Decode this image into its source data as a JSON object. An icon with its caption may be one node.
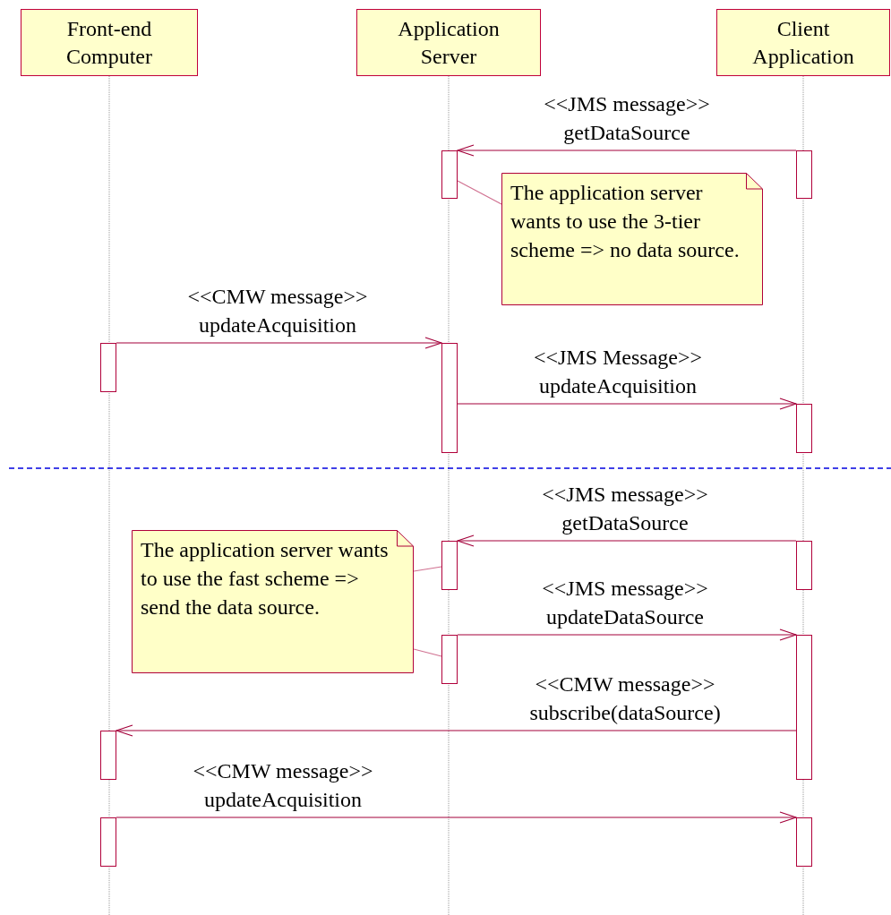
{
  "diagram": {
    "nodes": [
      {
        "text": [
          "Front-end Computer"
        ]
      },
      {
        "text": [
          "Application Server"
        ]
      },
      {
        "text": [
          "Client Application"
        ]
      },
      {
        "text": [],
        "shape": "bar"
      },
      {
        "text": [],
        "shape": "bar"
      },
      {
        "text": [
          "The application server wants to use the 3-tier scheme => no data source."
        ]
      },
      {
        "text": [],
        "shape": "bar"
      },
      {
        "text": [],
        "shape": "bar"
      },
      {
        "text": [],
        "shape": "bar"
      },
      {
        "text": [],
        "shape": "bar"
      },
      {
        "text": [],
        "shape": "bar"
      },
      {
        "text": [
          "The application server wants to use the fast scheme => send the data source."
        ]
      },
      {
        "text": [],
        "shape": "bar"
      },
      {
        "text": [],
        "shape": "bar"
      },
      {
        "text": [],
        "shape": "bar"
      },
      {
        "text": [],
        "shape": "bar"
      },
      {
        "text": [],
        "shape": "bar"
      }
    ],
    "edges": [
      {
        "from": 4,
        "to": 3,
        "arrow": "to",
        "label": "<<JMS message>> getDataSource"
      },
      {
        "from": 5,
        "to": 3,
        "arrow": "none",
        "color": "#d07090"
      },
      {
        "from": 6,
        "to": 7,
        "arrow": "to",
        "label": "<<CMW message>> updateAcquisition"
      },
      {
        "from": 7,
        "to": 8,
        "arrow": "to",
        "label": "<<JMS Message>> updateAcquisition"
      },
      {
        "from": 10,
        "to": 9,
        "arrow": "to",
        "label": "<<JMS message>> getDataSource"
      },
      {
        "from": 11,
        "to": 9,
        "arrow": "none",
        "color": "#d07090"
      },
      {
        "from": 12,
        "to": 13,
        "arrow": "to",
        "label": "<<JMS message>> updateDataSource"
      },
      {
        "from": 11,
        "to": 12,
        "arrow": "none",
        "color": "#d07090"
      },
      {
        "from": 13,
        "to": 14,
        "arrow": "to",
        "label": "<<CMW message>> subscribe(dataSource)"
      },
      {
        "from": 15,
        "to": 16,
        "arrow": "to",
        "label": "<<CMW message>> updateAcquisition"
      }
    ]
  }
}
